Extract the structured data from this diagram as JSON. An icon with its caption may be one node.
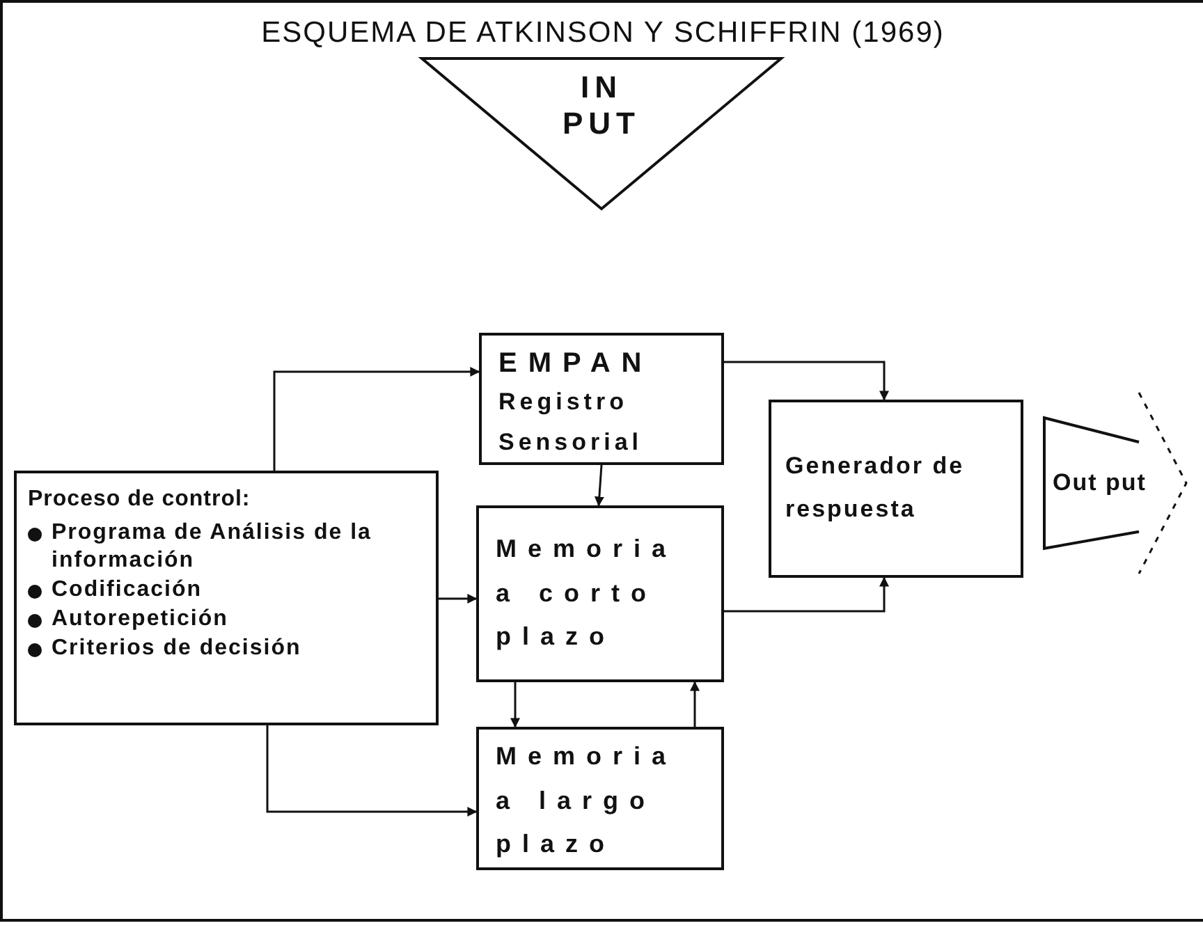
{
  "diagram": {
    "title": "ESQUEMA DE ATKINSON Y SCHIFFRIN (1969)",
    "nodes": [
      {
        "text": [
          "IN PUT"
        ]
      },
      {
        "text": [
          "EMPAN",
          "Registro Sensorial"
        ]
      },
      {
        "text": [
          "Generador de respuesta"
        ]
      },
      {
        "text": [
          "Out put"
        ]
      },
      {
        "text": [
          "Proceso de control:",
          "Programa de Análisis de la información",
          "Codificación",
          "Autorepetición",
          "Criterios de decisión"
        ]
      },
      {
        "text": [
          "Memoria a corto plazo"
        ]
      },
      {
        "text": [
          "Memoria a largo plazo"
        ]
      }
    ],
    "edges": [
      {
        "from": 4,
        "to": 1,
        "arrow": "to"
      },
      {
        "from": 4,
        "to": 5,
        "arrow": "to"
      },
      {
        "from": 4,
        "to": 6,
        "arrow": "to"
      },
      {
        "from": 1,
        "to": 5,
        "arrow": "to"
      },
      {
        "from": 1,
        "to": 2,
        "arrow": "to"
      },
      {
        "from": 5,
        "to": 2,
        "arrow": "to"
      },
      {
        "from": 5,
        "to": 6,
        "arrow": "to"
      },
      {
        "from": 6,
        "to": 5,
        "arrow": "to"
      }
    ]
  }
}
